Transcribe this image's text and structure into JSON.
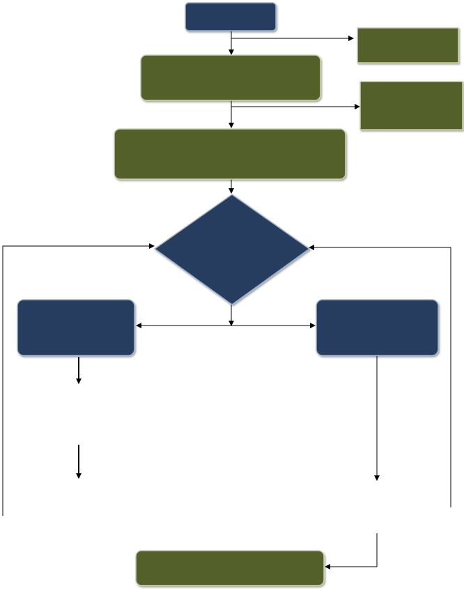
{
  "diagram": {
    "kind": "flowchart",
    "colors": {
      "navy": "#253E5E",
      "olive": "#526129",
      "edge": "#000000",
      "shape_outline": "#9fb1c9"
    },
    "nodes": [
      {
        "id": "start-box",
        "shape": "rounded-rect",
        "fill": "navy",
        "label": ""
      },
      {
        "id": "side-box-top",
        "shape": "rect",
        "fill": "olive",
        "label": ""
      },
      {
        "id": "step-box-1",
        "shape": "rounded-rect",
        "fill": "olive",
        "label": ""
      },
      {
        "id": "side-box-middle",
        "shape": "rect",
        "fill": "olive",
        "label": ""
      },
      {
        "id": "step-box-2",
        "shape": "rounded-rect",
        "fill": "olive",
        "label": ""
      },
      {
        "id": "decision-diamond",
        "shape": "diamond",
        "fill": "navy",
        "label": ""
      },
      {
        "id": "left-branch-box",
        "shape": "rounded-rect",
        "fill": "navy",
        "label": ""
      },
      {
        "id": "right-branch-box",
        "shape": "rounded-rect",
        "fill": "navy",
        "label": ""
      },
      {
        "id": "end-box",
        "shape": "rounded-rect",
        "fill": "olive",
        "label": ""
      }
    ],
    "edges": [
      {
        "from": "start-box",
        "to": "step-box-1"
      },
      {
        "from": "start-box",
        "to": "side-box-top"
      },
      {
        "from": "step-box-1",
        "to": "step-box-2"
      },
      {
        "from": "step-box-1",
        "to": "side-box-middle"
      },
      {
        "from": "step-box-2",
        "to": "decision-diamond"
      },
      {
        "from": "decision-diamond",
        "to": "left-branch-box"
      },
      {
        "from": "decision-diamond",
        "to": "right-branch-box"
      },
      {
        "from": "left-branch-box",
        "to": "left-branch-box",
        "note": ""
      },
      {
        "from": "right-branch-box",
        "to": "end-box"
      },
      {
        "from": "left-branch-box",
        "to": "decision-diamond",
        "kind": "loop-back"
      },
      {
        "from": "right-branch-box",
        "to": "decision-diamond",
        "kind": "loop-back"
      }
    ]
  }
}
